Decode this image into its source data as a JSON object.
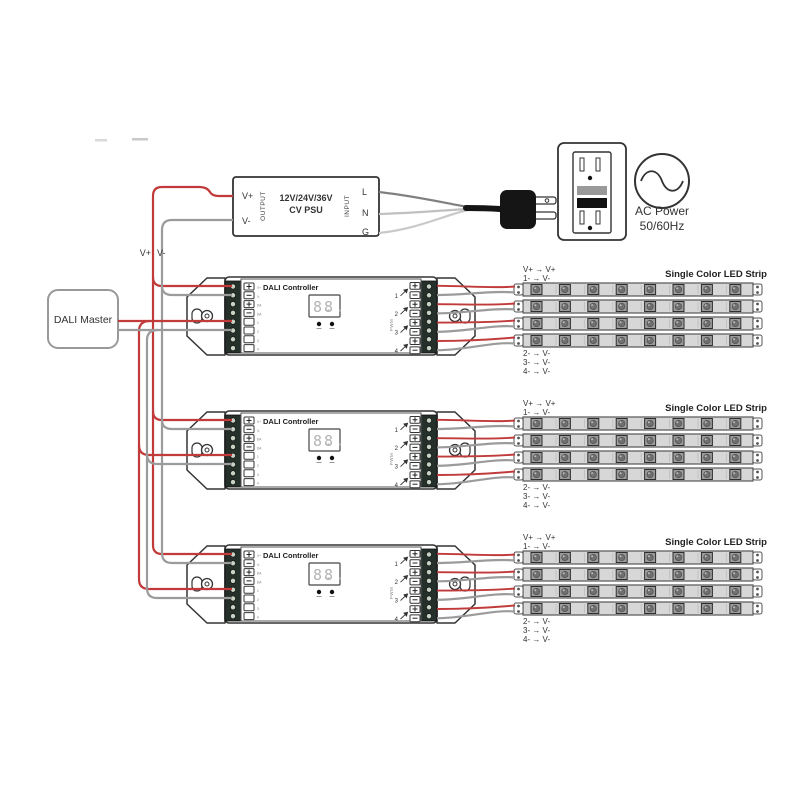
{
  "psu": {
    "terminals_out": [
      "V+",
      "V-"
    ],
    "output_label": "OUTPUT",
    "model_line1": "12V/24V/36V",
    "model_line2": "CV PSU",
    "input_label": "INPUT",
    "terminals_in": [
      "L",
      "N",
      "G"
    ]
  },
  "power_feed": {
    "v_plus": "V+",
    "v_minus": "V-"
  },
  "ac_source": {
    "line1": "AC Power",
    "line2": "50/60Hz"
  },
  "dali_master": {
    "label": "DALI Master"
  },
  "controller": {
    "title": "DALI Controller",
    "display": "88",
    "terminal_marks": [
      "+",
      "-",
      "+",
      "-"
    ],
    "input_terminal_labels": [
      "V+",
      "V-",
      "DA",
      "DA"
    ],
    "spare_terminal_labels": [
      "1",
      "2",
      "3",
      "4"
    ],
    "output_channels": [
      "1",
      "2",
      "3",
      "4"
    ],
    "output_side_label": "PWM"
  },
  "led_strip": {
    "title": "Single Color LED Strip",
    "labels_above": [
      "V+  →  V+",
      "1-  →  V-"
    ],
    "labels_below": [
      "2-  →  V-",
      "3-  →  V-",
      "4-  →  V-"
    ]
  },
  "colors": {
    "wire_red": "#c13b3b",
    "wire_gray": "#9b9b9b",
    "wire_light": "#c9c9c9",
    "wire_dark": "#808080",
    "terminal_block": "#26302a",
    "outline": "#333333"
  }
}
